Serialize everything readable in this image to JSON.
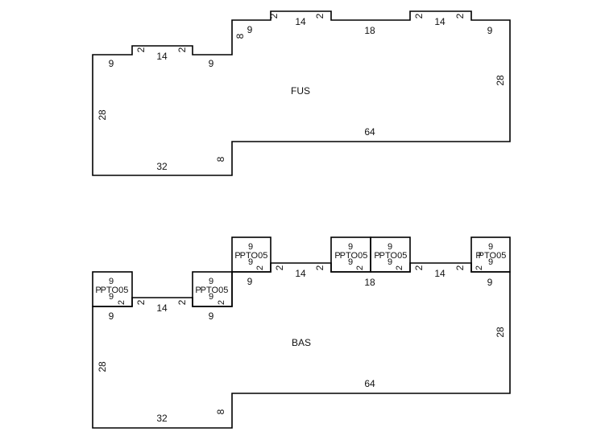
{
  "fus": {
    "label": "FUS",
    "dims": {
      "top_left_9": "9",
      "bump1_left_2": "2",
      "bump1_14": "14",
      "bump1_right_2": "2",
      "mid_9": "9",
      "step_8": "8",
      "step_9": "9",
      "bump2_left_2": "2",
      "bump2_14": "14",
      "bump2_right_2": "2",
      "top_18": "18",
      "bump3_left_2": "2",
      "bump3_14": "14",
      "bump3_right_2": "2",
      "top_right_9": "9",
      "right_28": "28",
      "bottom_64": "64",
      "left_28": "28",
      "bottom_32": "32",
      "lower_8": "8"
    }
  },
  "bas": {
    "label": "BAS",
    "dims": {
      "top_left_9": "9",
      "bump1_left_2": "2",
      "bump1_14": "14",
      "bump1_right_2": "2",
      "mid_9": "9",
      "step_9": "9",
      "bump2_left_2": "2",
      "bump2_14": "14",
      "bump2_right_2": "2",
      "top_18": "18",
      "bump3_left_2": "2",
      "bump3_14": "14",
      "bump3_right_2": "2",
      "top_right_9": "9",
      "right_28": "28",
      "bottom_64": "64",
      "left_28": "28",
      "bottom_32": "32",
      "lower_8": "8"
    },
    "cells": [
      {
        "label": "PTO05",
        "prefix": "P",
        "dim_top": "9",
        "dim_bottom": "9",
        "dim_side": "2"
      },
      {
        "label": "PTO05",
        "prefix": "P",
        "dim_top": "9",
        "dim_bottom": "9",
        "dim_side": "2"
      },
      {
        "label": "PTO05",
        "prefix": "P",
        "dim_top": "9",
        "dim_bottom": "9",
        "dim_side": "2"
      },
      {
        "label": "PTO05",
        "prefix": "P",
        "dim_top": "9",
        "dim_bottom": "9",
        "dim_side": "2"
      },
      {
        "label": "PTO05",
        "prefix": "P",
        "dim_top": "9",
        "dim_bottom": "9",
        "dim_side": "2"
      },
      {
        "label": "PTO05",
        "prefix": "P",
        "dim_top": "9",
        "dim_bottom": "9",
        "dim_side": "2"
      }
    ]
  }
}
